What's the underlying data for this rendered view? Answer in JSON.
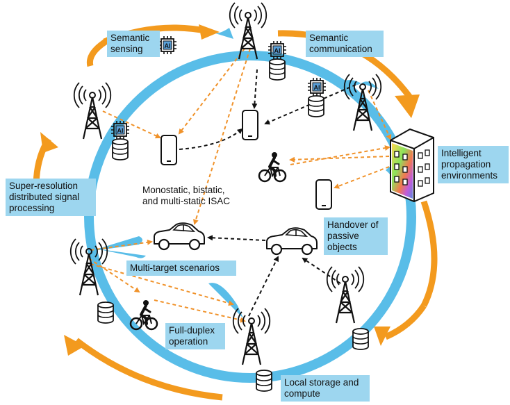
{
  "labels": {
    "semantic_sensing": [
      "Semantic",
      "sensing"
    ],
    "semantic_communication": [
      "Semantic",
      "communication"
    ],
    "intelligent_propagation": [
      "Intelligent",
      "propagation",
      "environments"
    ],
    "super_resolution": [
      "Super-resolution",
      "distributed signal",
      "processing"
    ],
    "isac": [
      "Monostatic, bistatic,",
      "and multi-static ISAC"
    ],
    "handover": [
      "Handover of",
      "passive",
      "objects"
    ],
    "multi_target": [
      "Multi-target scenarios"
    ],
    "full_duplex": [
      "Full-duplex",
      "operation"
    ],
    "local_storage": [
      "Local storage and",
      "compute"
    ]
  },
  "chip_text": "AI",
  "colors": {
    "ring_blue": "#59bde8",
    "label_bg": "#9dd6ef",
    "arrow_orange": "#f39a1e",
    "link_orange": "#f0922a",
    "link_black": "#111111"
  },
  "icons": [
    "cell-tower-icon",
    "ai-chip-icon",
    "database-icon",
    "smartphone-icon",
    "car-icon",
    "cyclist-icon",
    "building-icon"
  ]
}
